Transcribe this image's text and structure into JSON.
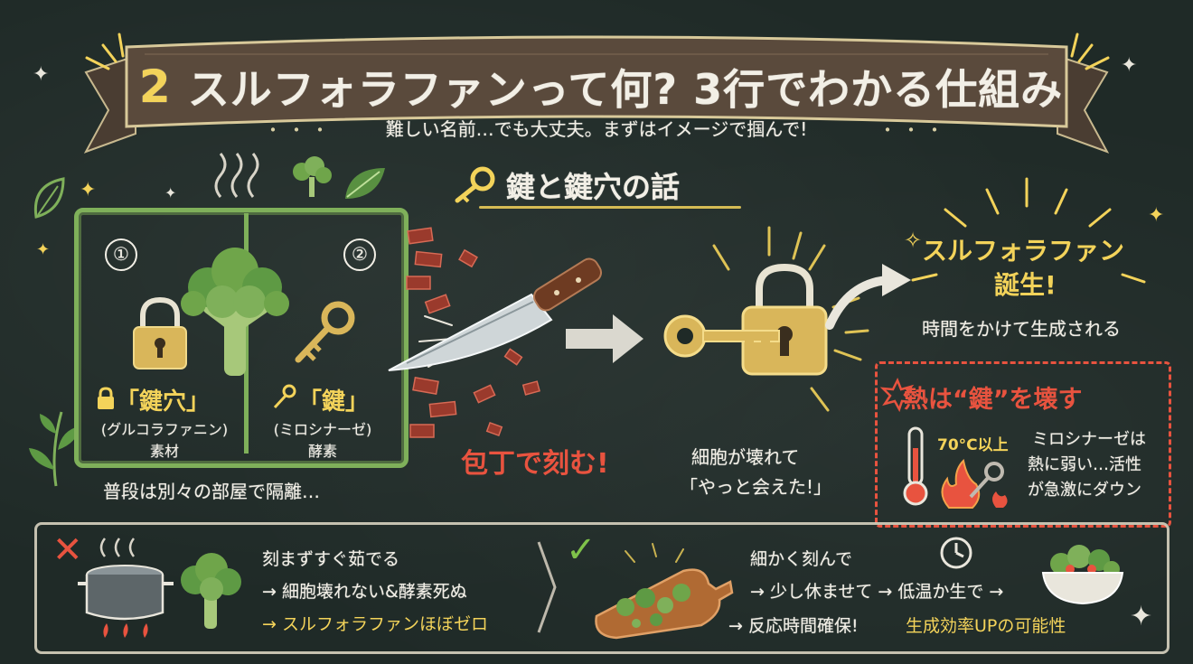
{
  "banner": {
    "number": "2",
    "title": "スルフォラファンって何? 3行でわかる仕組み"
  },
  "subtitle": {
    "dots": "・・・",
    "text": "難しい名前…でも大丈夫。まずはイメージで掴んで!"
  },
  "section": {
    "title": "鍵と鍵穴の話"
  },
  "cell": {
    "room1": {
      "number": "①",
      "label": "「鍵穴」",
      "sub1": "(グルコラファニン)",
      "sub2": "素材"
    },
    "room2": {
      "number": "②",
      "label": "「鍵」",
      "sub1": "(ミロシナーゼ)",
      "sub2": "酵素"
    },
    "caption": "普段は別々の部屋で隔離…"
  },
  "knife": {
    "caption": "包丁で刻む!"
  },
  "meet": {
    "line1": "細胞が壊れて",
    "line2": "「やっと会えた!」"
  },
  "born": {
    "line1": "スルフォラファン",
    "line2": "誕生!",
    "sub": "時間をかけて生成される"
  },
  "heat": {
    "title": "熱は“鍵”を壊す",
    "temp": "70°C以上",
    "desc1": "ミロシナーゼは",
    "desc2": "熱に弱い…活性",
    "desc3": "が急激にダウン"
  },
  "bad": {
    "mark": "✕",
    "line1": "刻まずすぐ茹でる",
    "line2": "→ 細胞壊れない&酵素死ぬ",
    "line3": "→ スルフォラファンほぼゼロ"
  },
  "good": {
    "mark": "✓",
    "line1": "細かく刻んで",
    "line2": "→ 少し休ませて → 低温か生で →",
    "line3a": "→ 反応時間確保!",
    "line3b": "生成効率UPの可能性"
  },
  "colors": {
    "background": "#1f2a27",
    "chalk": "#f2efe6",
    "accent_yellow": "#f3d35a",
    "accent_red": "#e8533f",
    "green": "#7fb05a",
    "banner": "#5a4a3c"
  }
}
